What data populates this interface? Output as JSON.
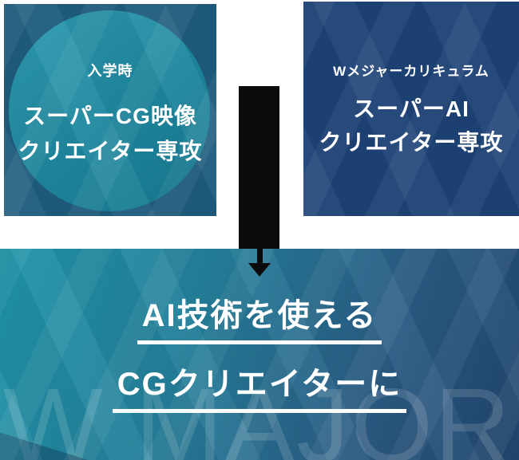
{
  "admission_card": {
    "label": "入学時",
    "title_line1": "スーパーCG映像",
    "title_line2": "クリエイター専攻"
  },
  "wmajor_card": {
    "label": "Wメジャーカリキュラム",
    "title_line1": "スーパーAI",
    "title_line2": "クリエイター専攻"
  },
  "result_banner": {
    "line1": "AI技術を使える",
    "line2": "CGクリエイターに",
    "watermark": "W MAJOR"
  },
  "colors": {
    "card_cg_bg": "#1f5c7e",
    "card_cg_circle": "#2089a0",
    "card_ai_bg": "#1d4276",
    "result_gradient_start": "#1f93a8",
    "result_gradient_end": "#20456d",
    "arrow_black": "#0b0b0b",
    "text_white": "#ffffff"
  }
}
